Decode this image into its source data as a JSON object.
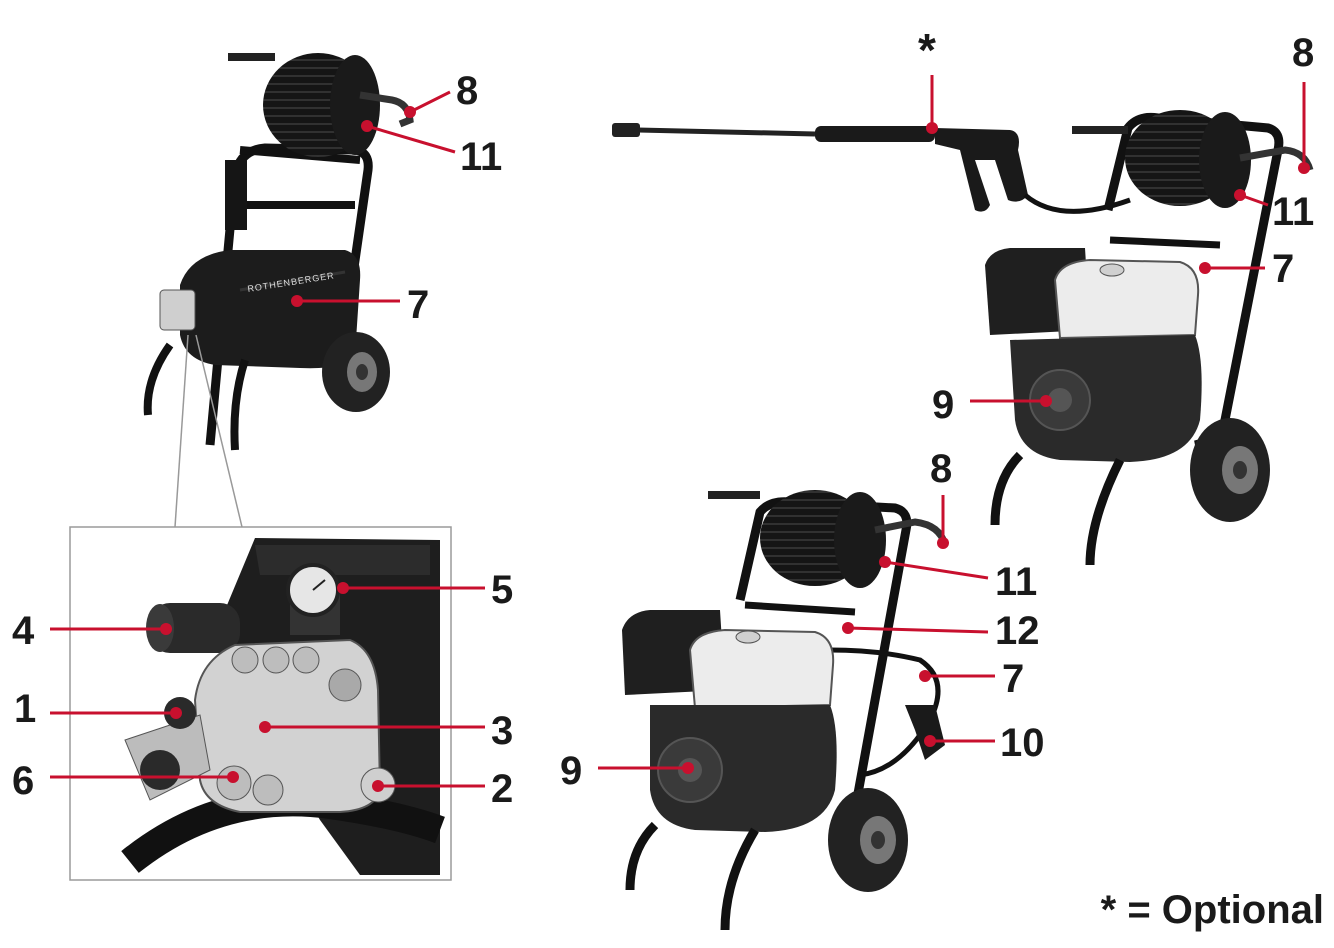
{
  "brand_text": "ROTHENBERGER",
  "legend": "* = Optional",
  "callouts": {
    "a8": "8",
    "a11": "11",
    "a7": "7",
    "d5": "5",
    "d4": "4",
    "d1": "1",
    "d3": "3",
    "d6": "6",
    "d2": "2",
    "bstar": "*",
    "b8": "8",
    "b11": "11",
    "b7": "7",
    "b9": "9",
    "c8": "8",
    "c11": "11",
    "c12": "12",
    "c7": "7",
    "c10": "10",
    "c9": "9"
  },
  "colors": {
    "leader": "#c8102e",
    "machine": "#1c1c1c",
    "engine_cover": "#ececec",
    "frame": "#111111"
  }
}
